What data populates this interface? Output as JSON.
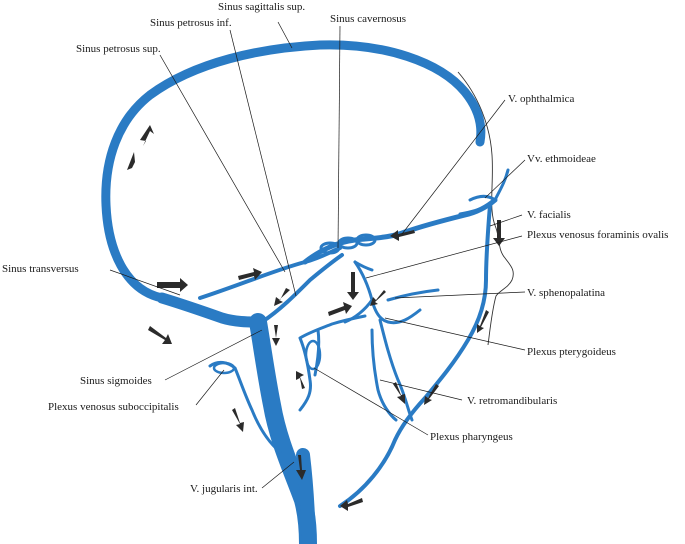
{
  "figure": {
    "colors": {
      "vein": "#2a7bc4",
      "ink": "#1a1a1a",
      "arrow": "#2b2b2b"
    },
    "labels": {
      "sinus_sagittalis_sup": "Sinus sagittalis sup.",
      "sinus_petrosus_inf": "Sinus petrosus inf.",
      "sinus_cavernosus": "Sinus cavernosus",
      "sinus_petrosus_sup": "Sinus petrosus sup.",
      "v_ophthalmica": "V. ophthalmica",
      "vv_ethmoideae": "Vv. ethmoideae",
      "v_facialis": "V. facialis",
      "plexus_venosus_foraminis_ovalis": "Plexus venosus foraminis ovalis",
      "sinus_transversus": "Sinus transversus",
      "v_sphenopalatina": "V. sphenopalatina",
      "plexus_pterygoideus": "Plexus pterygoideus",
      "sinus_sigmoides": "Sinus sigmoides",
      "plexus_venosus_suboccipitalis": "Plexus venosus suboccipitalis",
      "v_retromandibularis": "V. retromandibularis",
      "plexus_pharyngeus": "Plexus pharyngeus",
      "v_jugularis_int": "V. jugularis int."
    }
  }
}
